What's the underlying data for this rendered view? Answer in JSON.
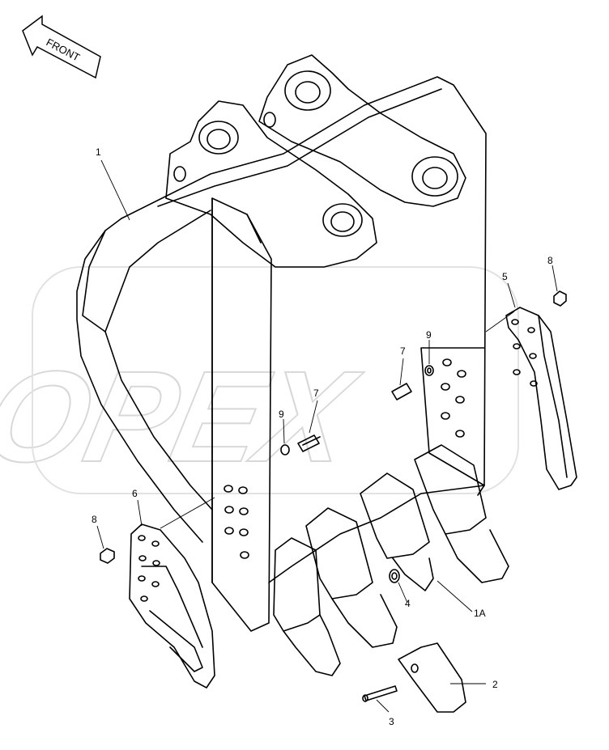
{
  "diagram": {
    "front_label": "FRONT",
    "watermark": "OPEX",
    "callouts": [
      {
        "id": "c1",
        "text": "1"
      },
      {
        "id": "c1a",
        "text": "1A"
      },
      {
        "id": "c2",
        "text": "2"
      },
      {
        "id": "c3",
        "text": "3"
      },
      {
        "id": "c4",
        "text": "4"
      },
      {
        "id": "c5",
        "text": "5"
      },
      {
        "id": "c6",
        "text": "6"
      },
      {
        "id": "c7a",
        "text": "7"
      },
      {
        "id": "c7b",
        "text": "7"
      },
      {
        "id": "c8a",
        "text": "8"
      },
      {
        "id": "c8b",
        "text": "8"
      },
      {
        "id": "c9a",
        "text": "9"
      },
      {
        "id": "c9b",
        "text": "9"
      }
    ]
  }
}
